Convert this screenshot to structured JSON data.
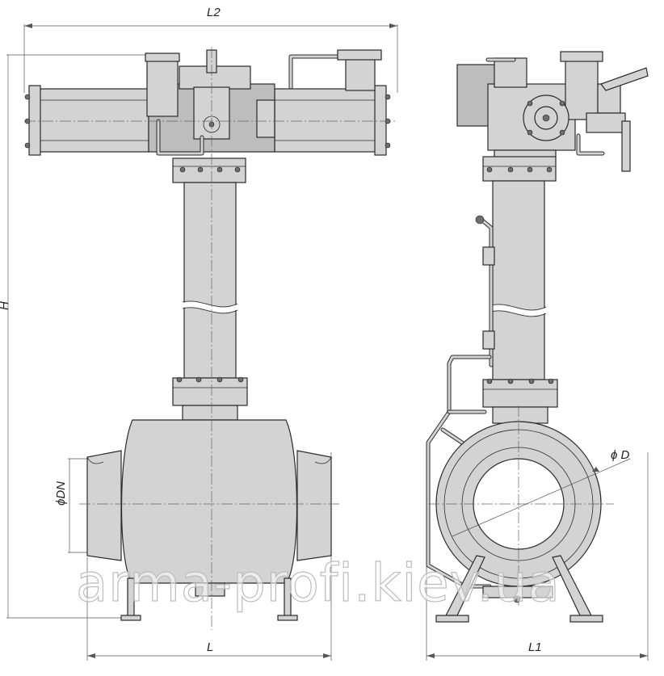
{
  "dimensions": {
    "l2": "L2",
    "h": "H",
    "dn": "ϕDN",
    "l": "L",
    "l1": "L1",
    "d": "ϕ D"
  },
  "watermark": "arma-profi.kiev.ua",
  "colors": {
    "body": "#d3d3d3",
    "outline": "#2a2a2a",
    "background": "#ffffff"
  }
}
